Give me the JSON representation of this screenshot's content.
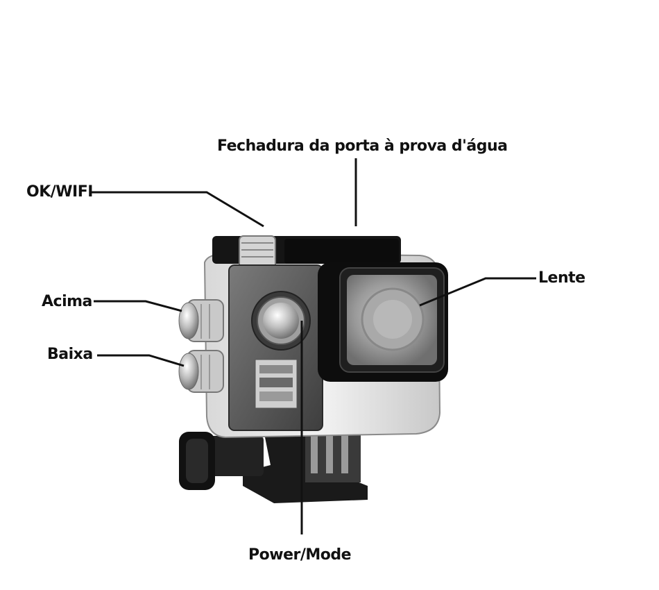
{
  "labels": {
    "lock": "Fechadura da porta à prova d'água",
    "ok_wifi": "OK/WIFI",
    "up": "Acima",
    "down": "Baixa",
    "lens": "Lente",
    "power": "Power/Mode"
  }
}
